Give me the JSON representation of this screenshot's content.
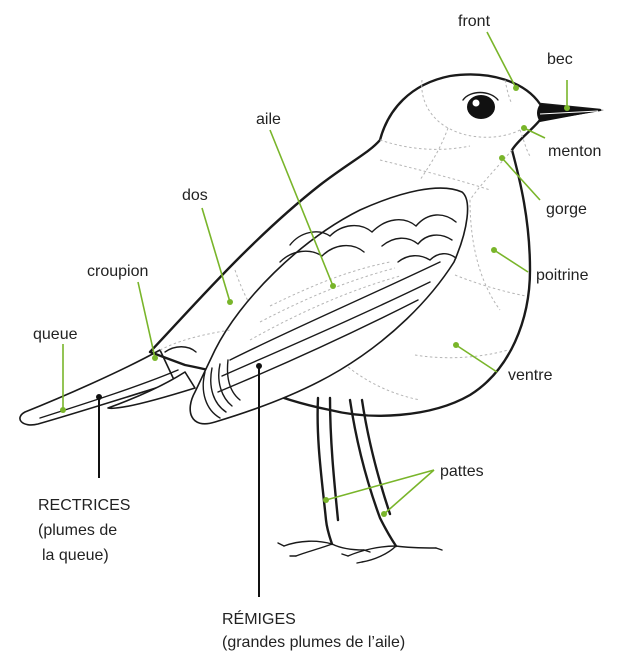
{
  "labels": {
    "front": "front",
    "bec": "bec",
    "menton": "menton",
    "gorge": "gorge",
    "poitrine": "poitrine",
    "ventre": "ventre",
    "pattes": "pattes",
    "aile": "aile",
    "dos": "dos",
    "croupion": "croupion",
    "queue": "queue",
    "rectrices_line1": "RECTRICES",
    "rectrices_line2": "(plumes de",
    "rectrices_line3": "la queue)",
    "remiges_line1": "RÉMIGES",
    "remiges_line2": "(grandes plumes de l’aile)"
  },
  "colors": {
    "pointer_green": "#79b52a",
    "pointer_black": "#111111",
    "outline": "#1a1a1a"
  }
}
